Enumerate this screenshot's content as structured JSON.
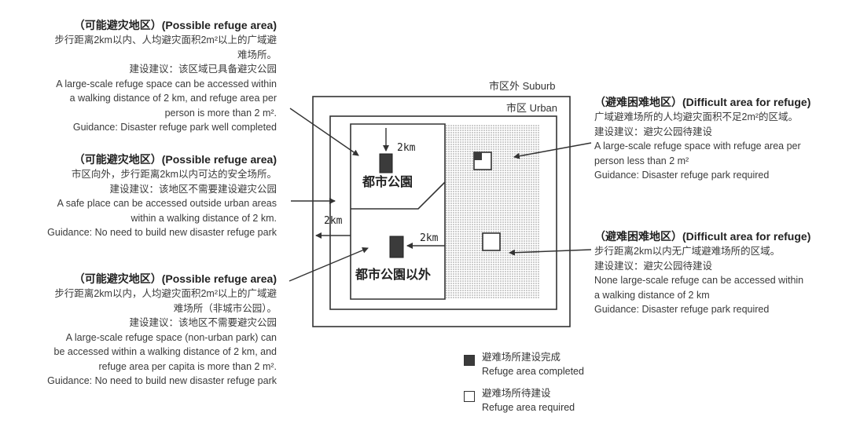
{
  "notes": {
    "top_left": {
      "title": "（可能避灾地区）(Possible refuge area)",
      "lines": [
        "步行距离2km以内、人均避灾面积2m²以上的广域避",
        "难场所。",
        "建设建议：该区域已具备避灾公园",
        "A large-scale refuge space can be accessed within",
        "a walking distance of 2 km, and refuge area per",
        "person is more than 2 m².",
        "Guidance: Disaster refuge park well completed"
      ]
    },
    "mid_left": {
      "title": "（可能避灾地区）(Possible refuge area)",
      "lines": [
        "市区向外，步行距离2km以内可达的安全场所。",
        "建设建议：该地区不需要建设避灾公园",
        "A safe place can be accessed outside urban areas",
        "within a walking distance of 2 km.",
        "Guidance: No need to build new disaster refuge park"
      ]
    },
    "bottom_left": {
      "title": "（可能避灾地区）(Possible refuge area)",
      "lines": [
        "步行距离2km以内，人均避灾面积2m²以上的广域避",
        "难场所（非城市公园）。",
        "建设建议：该地区不需要避灾公园",
        "A large-scale refuge space (non-urban park) can",
        "be accessed within a walking distance of 2 km, and",
        "refuge area per capita is more than 2 m².",
        "Guidance: No need to build new disaster refuge park"
      ]
    },
    "top_right": {
      "title": "（避难困难地区）(Difficult area for refuge)",
      "lines": [
        "广域避难场所的人均避灾面积不足2m²的区域。",
        "建设建议：避灾公园待建设",
        "A large-scale refuge space with refuge area per",
        "person less than 2 m²",
        "Guidance: Disaster refuge park required"
      ]
    },
    "bottom_right": {
      "title": "（避难困难地区）(Difficult area for refuge)",
      "lines": [
        "步行距离2km以内无广域避难场所的区域。",
        "建设建议：避灾公园待建设",
        "None large-scale refuge can be accessed within",
        "a walking distance of 2 km",
        "Guidance: Disaster refuge park required"
      ]
    }
  },
  "diagram": {
    "suburb_label": "市区外 Suburb",
    "urban_label": "市区 Urban",
    "park_label": "都市公園",
    "non_park_label": "都市公園以外",
    "dist_top": "2km",
    "dist_mid": "2km",
    "dist_left": "2km"
  },
  "legend": {
    "completed_cn": "避难场所建设完成",
    "completed_en": "Refuge area completed",
    "required_cn": "避难场所待建设",
    "required_en": "Refuge area required"
  },
  "colors": {
    "line": "#333333",
    "filled": "#3b3b3b",
    "dots": "#8a8a8a"
  }
}
